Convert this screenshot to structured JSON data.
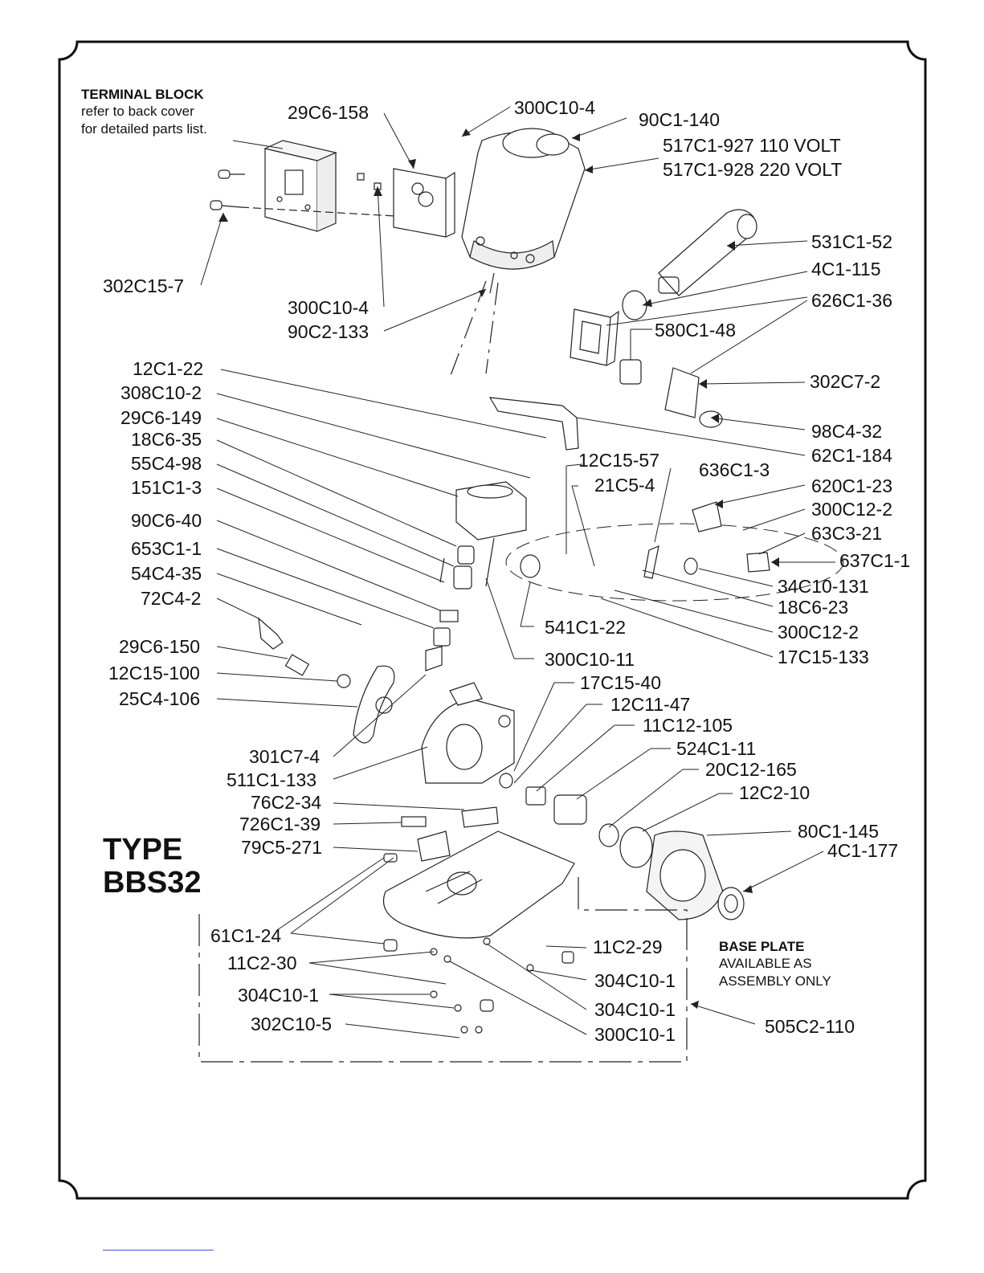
{
  "terminal_block": {
    "title": "TERMINAL BLOCK",
    "line1": "refer to back cover",
    "line2": "for detailed parts list."
  },
  "base_plate": {
    "title": "BASE PLATE",
    "line1": "AVAILABLE AS",
    "line2": "ASSEMBLY ONLY"
  },
  "type": {
    "line1": "TYPE",
    "line2": "BBS32"
  },
  "labels": {
    "p29C6_158": "29C6-158",
    "p300C10_4_top": "300C10-4",
    "p90C1_140": "90C1-140",
    "p517C1_927": "517C1-927 110 VOLT",
    "p517C1_928": "517C1-928 220 VOLT",
    "p531C1_52": "531C1-52",
    "p4C1_115": "4C1-115",
    "p626C1_36": "626C1-36",
    "p302C15_7": "302C15-7",
    "p300C10_4_mid": "300C10-4",
    "p90C2_133": "90C2-133",
    "p580C1_48": "580C1-48",
    "p302C7_2": "302C7-2",
    "p12C1_22": "12C1-22",
    "p308C10_2": "308C10-2",
    "p29C6_149": "29C6-149",
    "p18C6_35": "18C6-35",
    "p55C4_98": "55C4-98",
    "p151C1_3": "151C1-3",
    "p90C6_40": "90C6-40",
    "p653C1_1": "653C1-1",
    "p54C4_35": "54C4-35",
    "p72C4_2": "72C4-2",
    "p29C6_150": "29C6-150",
    "p12C15_100": "12C15-100",
    "p25C4_106": "25C4-106",
    "p98C4_32": "98C4-32",
    "p62C1_184": "62C1-184",
    "p12C15_57": "12C15-57",
    "p21C5_4": "21C5-4",
    "p636C1_3": "636C1-3",
    "p620C1_23": "620C1-23",
    "p300C12_2_a": "300C12-2",
    "p63C3_21": "63C3-21",
    "p637C1_1": "637C1-1",
    "p34C10_131": "34C10-131",
    "p18C6_23": "18C6-23",
    "p300C12_2_b": "300C12-2",
    "p17C15_133": "17C15-133",
    "p541C1_22": "541C1-22",
    "p300C10_11": "300C10-11",
    "p17C15_40": "17C15-40",
    "p12C11_47": "12C11-47",
    "p11C12_105": "11C12-105",
    "p524C1_11": "524C1-11",
    "p20C12_165": "20C12-165",
    "p12C2_10": "12C2-10",
    "p80C1_145": "80C1-145",
    "p4C1_177": "4C1-177",
    "p301C7_4": "301C7-4",
    "p511C1_133": "511C1-133",
    "p76C2_34": "76C2-34",
    "p726C1_39": "726C1-39",
    "p79C5_271": "79C5-271",
    "p61C1_24": "61C1-24",
    "p11C2_30": "11C2-30",
    "p304C10_1_left": "304C10-1",
    "p302C10_5": "302C10-5",
    "p11C2_29": "11C2-29",
    "p304C10_1_a": "304C10-1",
    "p304C10_1_b": "304C10-1",
    "p300C10_1": "300C10-1",
    "p505C2_110": "505C2-110"
  }
}
